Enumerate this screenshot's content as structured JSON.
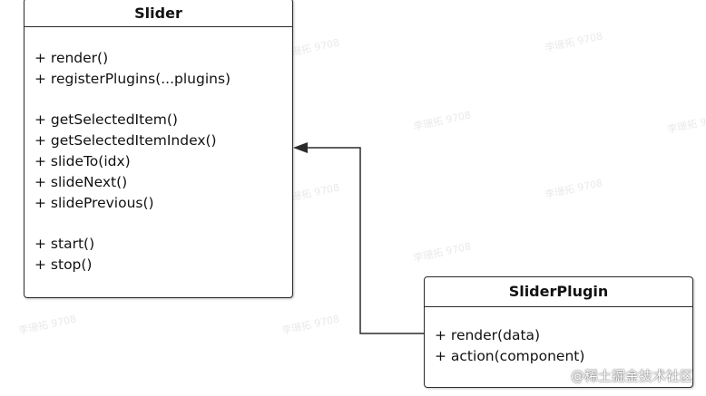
{
  "classes": {
    "slider": {
      "name": "Slider",
      "groups": [
        [
          "+ render()",
          "+ registerPlugins(...plugins)"
        ],
        [
          "+ getSelectedItem()",
          "+ getSelectedItemIndex()",
          "+ slideTo(idx)",
          "+ slideNext()",
          "+ slidePrevious()"
        ],
        [
          "+ start()",
          "+ stop()"
        ]
      ]
    },
    "slider_plugin": {
      "name": "SliderPlugin",
      "methods": [
        "+ render(data)",
        "+ action(component)"
      ]
    }
  },
  "watermarks": [
    "李珊拓 9708",
    "李珊拓 9708",
    "李珊拓 9708",
    "李珊拓 9708",
    "李珊拓 9708",
    "李珊拓 9708",
    "李珊拓 9708",
    "李珊拓 9708",
    "李珊拓 9708",
    "李珊拓 9708",
    "李珊拓 9708"
  ],
  "attribution": "@稀土掘金技术社区",
  "colors": {
    "line": "#2b2b2b",
    "text": "#111111",
    "background": "#ffffff"
  }
}
